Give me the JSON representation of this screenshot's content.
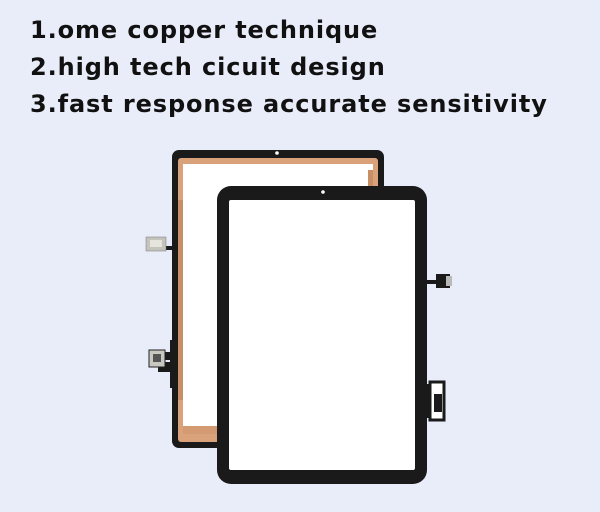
{
  "features": [
    "1.ome copper technique",
    "2.high tech cicuit design",
    "3.fast response accurate sensitivity"
  ],
  "colors": {
    "background": "#e9ecf9",
    "text": "#111111",
    "frame": "#1a1a1a",
    "copper": "#d9a27a",
    "glass": "#ffffff"
  },
  "illustration": {
    "subject": "two tablet touch screen digitizer panels with flex cables",
    "icons": [
      "digitizer-front-panel",
      "digitizer-back-panel-copper",
      "flex-cable-connector"
    ]
  }
}
